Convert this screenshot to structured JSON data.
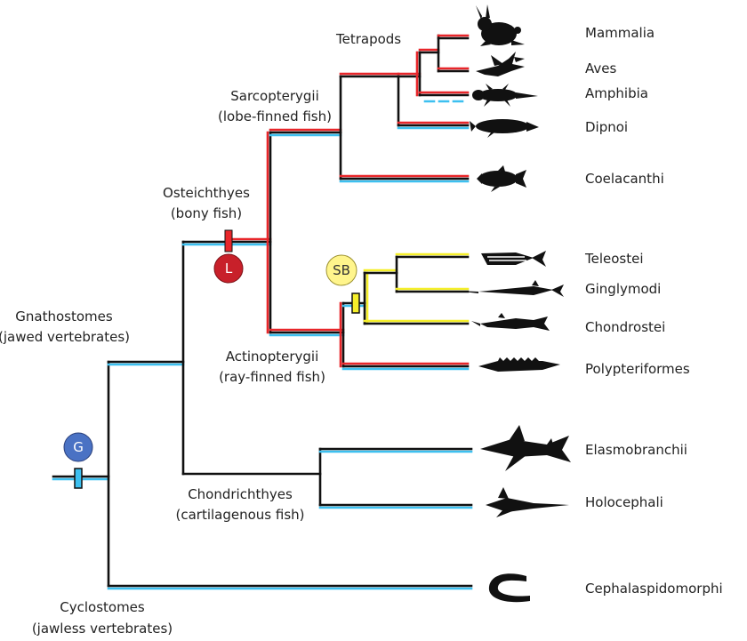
{
  "colors": {
    "branch": "#111111",
    "red": "#e8262a",
    "blue": "#3cc0f0",
    "yellow": "#f5ef2a",
    "marker_g": "#4a72c4",
    "marker_l": "#c8202a",
    "marker_sb": "#fff58c",
    "silhouette": "#111111"
  },
  "clades": {
    "tetrapods": "Tetrapods",
    "sarcopterygii": "Sarcopterygii",
    "sarcopterygii_sub": "(lobe-finned fish)",
    "osteichthyes": "Osteichthyes",
    "osteichthyes_sub": "(bony fish)",
    "gnathostomes": "Gnathostomes",
    "gnathostomes_sub": "(jawed vertebrates)",
    "actinopterygii": "Actinopterygii",
    "actinopterygii_sub": "(ray-finned fish)",
    "chondrichthyes": "Chondrichthyes",
    "chondrichthyes_sub": "(cartilagenous fish)",
    "cyclostomes": "Cyclostomes",
    "cyclostomes_sub": "(jawless vertebrates)"
  },
  "markers": {
    "g": "G",
    "l": "L",
    "sb": "SB"
  },
  "taxa": [
    {
      "label": "Mammalia",
      "icon": "rabbit-icon"
    },
    {
      "label": "Aves",
      "icon": "bird-icon"
    },
    {
      "label": "Amphibia",
      "icon": "salamander-icon"
    },
    {
      "label": "Dipnoi",
      "icon": "lungfish-icon"
    },
    {
      "label": "Coelacanthi",
      "icon": "coelacanth-icon"
    },
    {
      "label": "Teleostei",
      "icon": "zebrafish-icon"
    },
    {
      "label": "Ginglymodi",
      "icon": "gar-icon"
    },
    {
      "label": "Chondrostei",
      "icon": "sturgeon-icon"
    },
    {
      "label": "Polypteriformes",
      "icon": "bichir-icon"
    },
    {
      "label": "Elasmobranchii",
      "icon": "shark-icon"
    },
    {
      "label": "Holocephali",
      "icon": "chimaera-icon"
    },
    {
      "label": "Cephalaspidomorphi",
      "icon": "lamprey-icon"
    }
  ]
}
